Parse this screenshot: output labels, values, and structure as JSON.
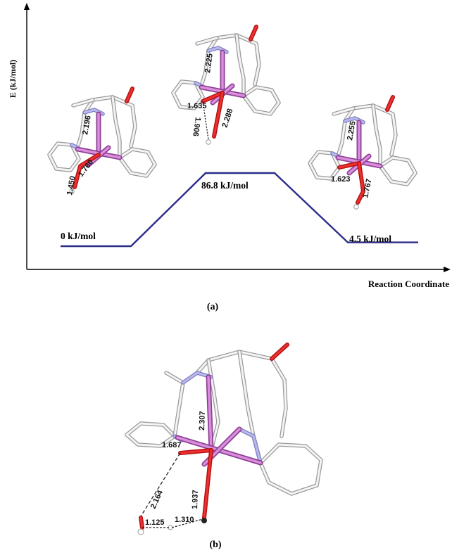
{
  "panel_a": {
    "caption": "(a)",
    "y_axis_label": "E (kJ/mol)",
    "x_axis_label": "Reaction Coordinate",
    "energy_levels": [
      {
        "label": "0  kJ/mol",
        "value": 0
      },
      {
        "label": "86.8  kJ/mol",
        "value": 86.8
      },
      {
        "label": "4.5  kJ/mol",
        "value": 4.5
      }
    ],
    "structures": [
      {
        "distances": [
          "2.196",
          "1.760",
          "1.450"
        ]
      },
      {
        "distances": [
          "2.225",
          "1.635",
          "2.288",
          "1.906"
        ]
      },
      {
        "distances": [
          "2.255",
          "1.623",
          "1.767"
        ]
      }
    ]
  },
  "panel_b": {
    "caption": "(b)",
    "distances": [
      "2.307",
      "1.687",
      "2.164",
      "1.937",
      "1.125",
      "1.310"
    ]
  },
  "colors": {
    "profile_line": "#2b2b8a",
    "metal": "#8e3f95",
    "nitrogen": "#7f7fc4",
    "oxygen": "#b31212",
    "carbon": "#9a9a9a"
  }
}
